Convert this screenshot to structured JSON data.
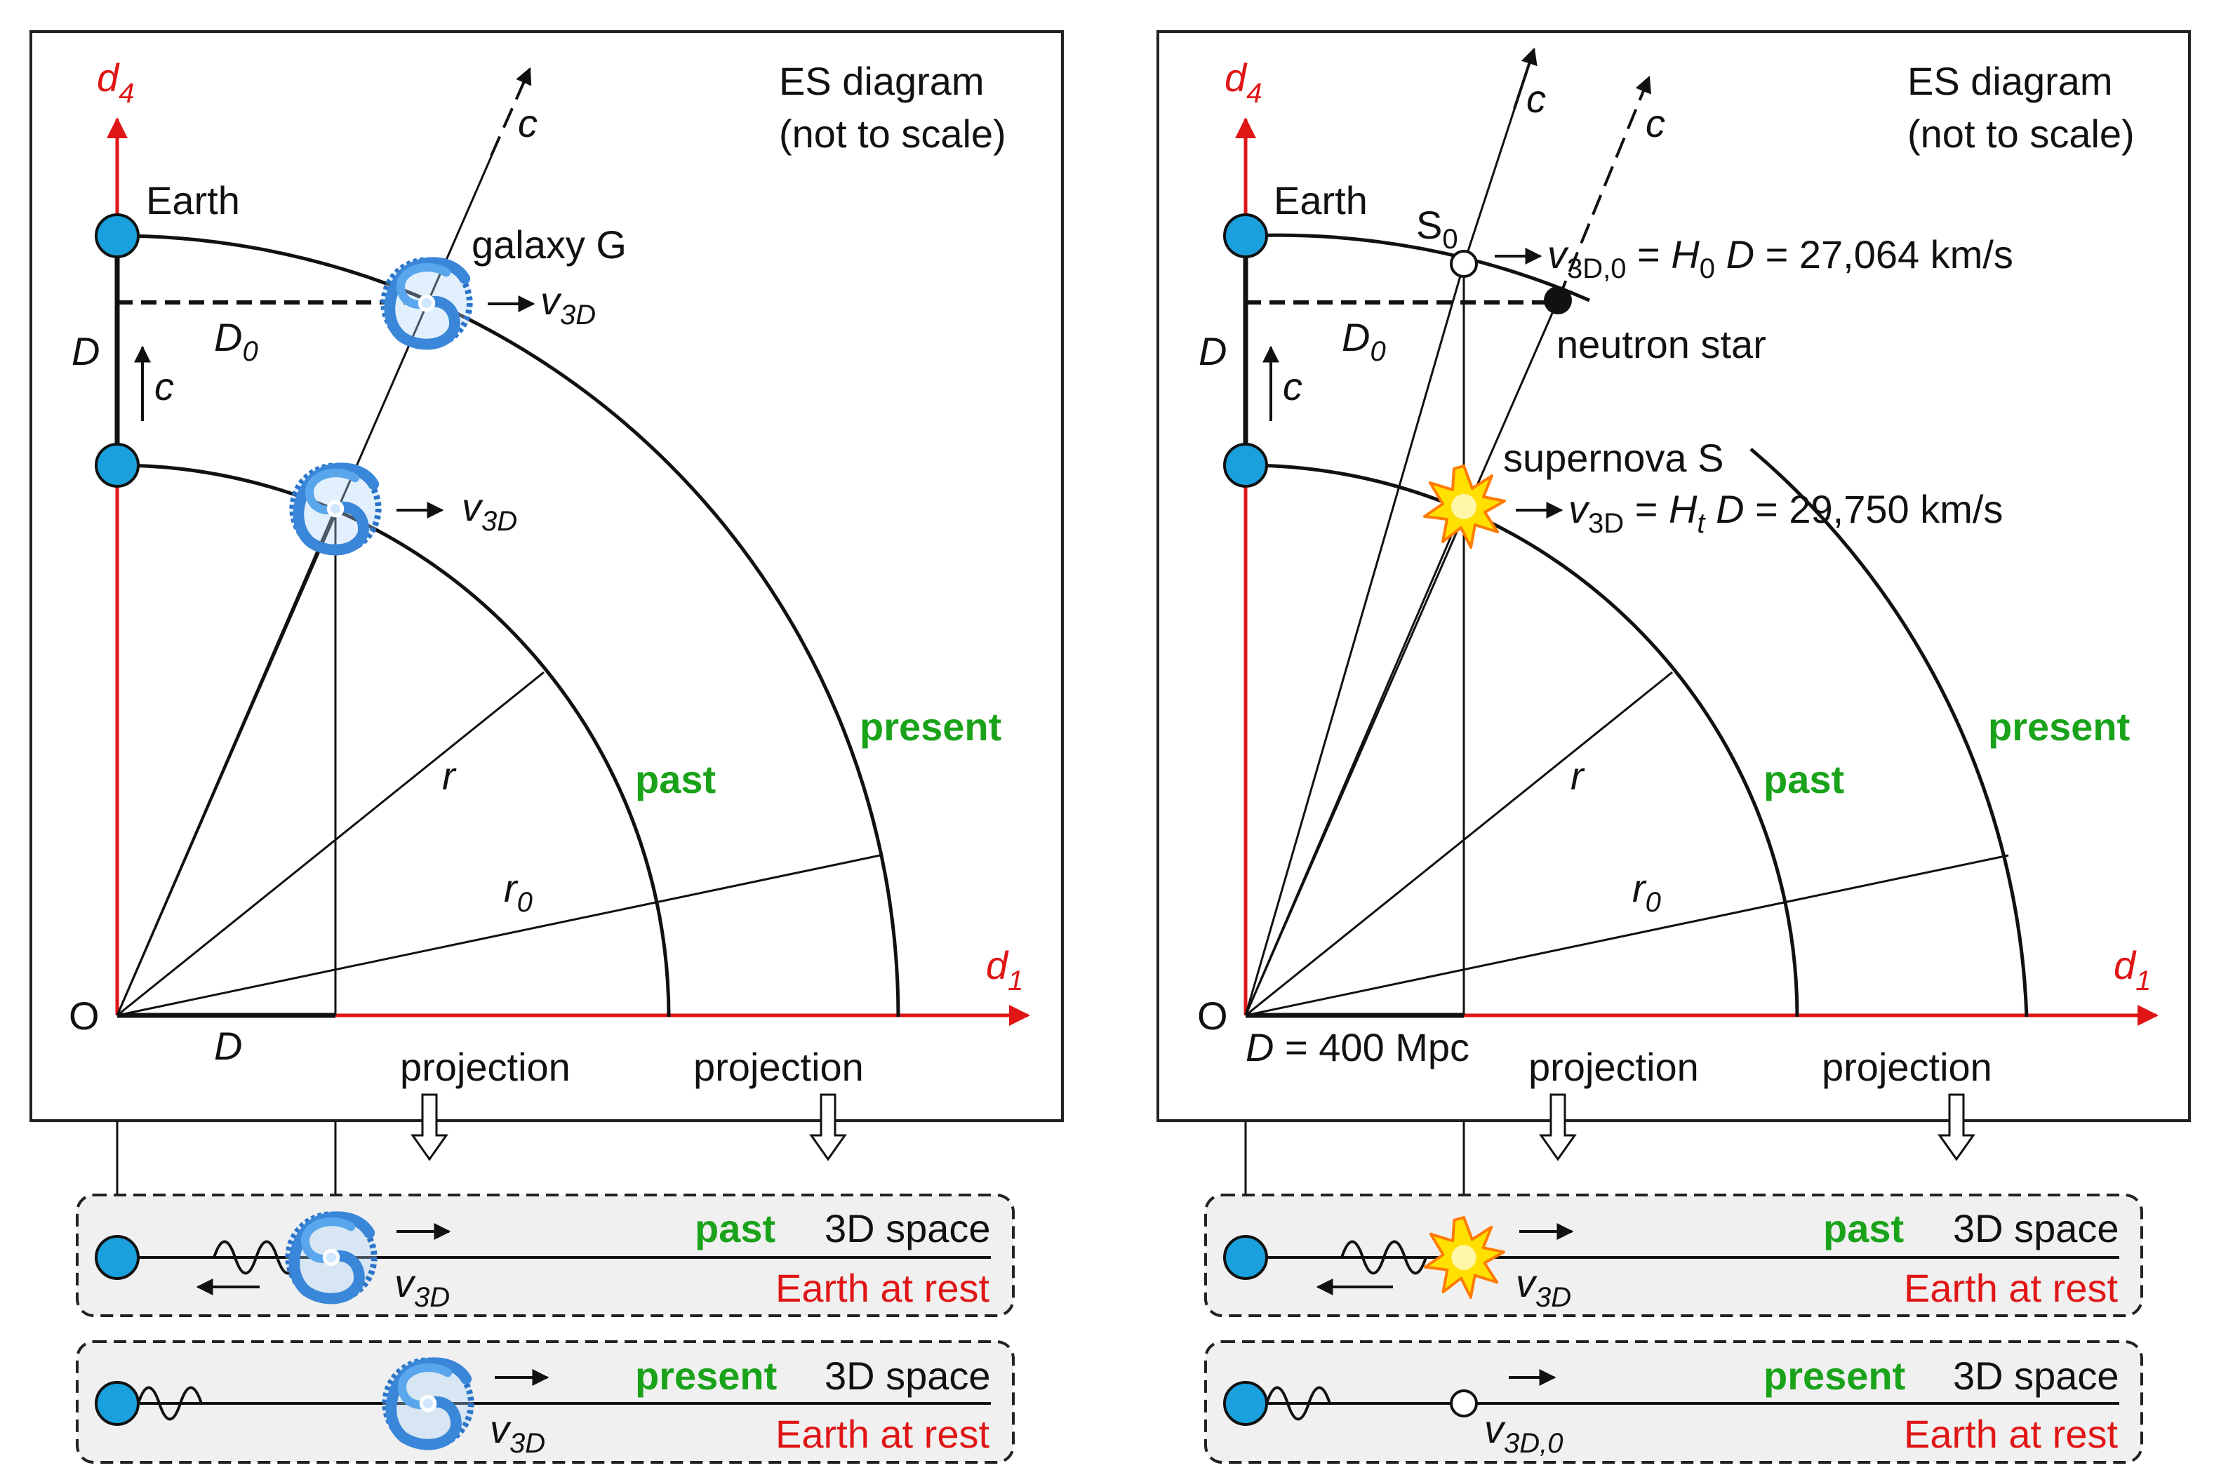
{
  "panels": [
    {
      "id": "left",
      "title_line1": "ES diagram",
      "title_line2": "(not to scale)",
      "axis_vertical": "d",
      "axis_vertical_sub": "4",
      "axis_horizontal": "d",
      "axis_horizontal_sub": "1",
      "origin": "O",
      "earth": "Earth",
      "light_c": "c",
      "dist_D": "D",
      "dist_D0": "D",
      "dist_D0_sub": "0",
      "radius_r": "r",
      "radius_r0": "r",
      "radius_r0_sub": "0",
      "past": "past",
      "present": "present",
      "object_label": "galaxy G",
      "velocity": "v",
      "velocity_sub": "3D",
      "bottom_D": "D",
      "projection": "projection",
      "strip_past": {
        "era": "past",
        "space": "3D space",
        "frame": "Earth at rest",
        "v": "v",
        "v_sub": "3D"
      },
      "strip_present": {
        "era": "present",
        "space": "3D space",
        "frame": "Earth at rest",
        "v": "v",
        "v_sub": "3D"
      }
    },
    {
      "id": "right",
      "title_line1": "ES diagram",
      "title_line2": "(not to scale)",
      "axis_vertical": "d",
      "axis_vertical_sub": "4",
      "axis_horizontal": "d",
      "axis_horizontal_sub": "1",
      "origin": "O",
      "earth": "Earth",
      "light_c": "c",
      "dist_D": "D",
      "dist_D0": "D",
      "dist_D0_sub": "0",
      "radius_r": "r",
      "radius_r0": "r",
      "radius_r0_sub": "0",
      "past": "past",
      "present": "present",
      "s0": "S",
      "s0_sub": "0",
      "eq_top_v": "v",
      "eq_top_v_sub": "3D,0",
      "eq_top_eq": " = ",
      "eq_top_H": "H",
      "eq_top_H_sub": "0",
      "eq_top_D": "D",
      "eq_top_val": " = 27,064 km/s",
      "neutron": "neutron star",
      "supernova": "supernova S",
      "eq_bot_v": "v",
      "eq_bot_v_sub": "3D",
      "eq_bot_eq": " = ",
      "eq_bot_H": "H",
      "eq_bot_H_sub": "t",
      "eq_bot_D": "D",
      "eq_bot_val": " = 29,750 km/s",
      "bottom_D": "D",
      "bottom_D_val": " = 400 Mpc",
      "projection": "projection",
      "strip_past": {
        "era": "past",
        "space": "3D space",
        "frame": "Earth at rest",
        "v": "v",
        "v_sub": "3D"
      },
      "strip_present": {
        "era": "present",
        "space": "3D space",
        "frame": "Earth at rest",
        "v": "v",
        "v_sub": "3D,0"
      }
    }
  ],
  "colors": {
    "axis": "#e01616",
    "earth": "#1aa0dc",
    "green": "#1aa31a",
    "galaxy": "#3a86d8",
    "supernova": "#ffe000",
    "supernova_edge": "#ff7a00",
    "strip_bg": "#f0f0f0"
  }
}
